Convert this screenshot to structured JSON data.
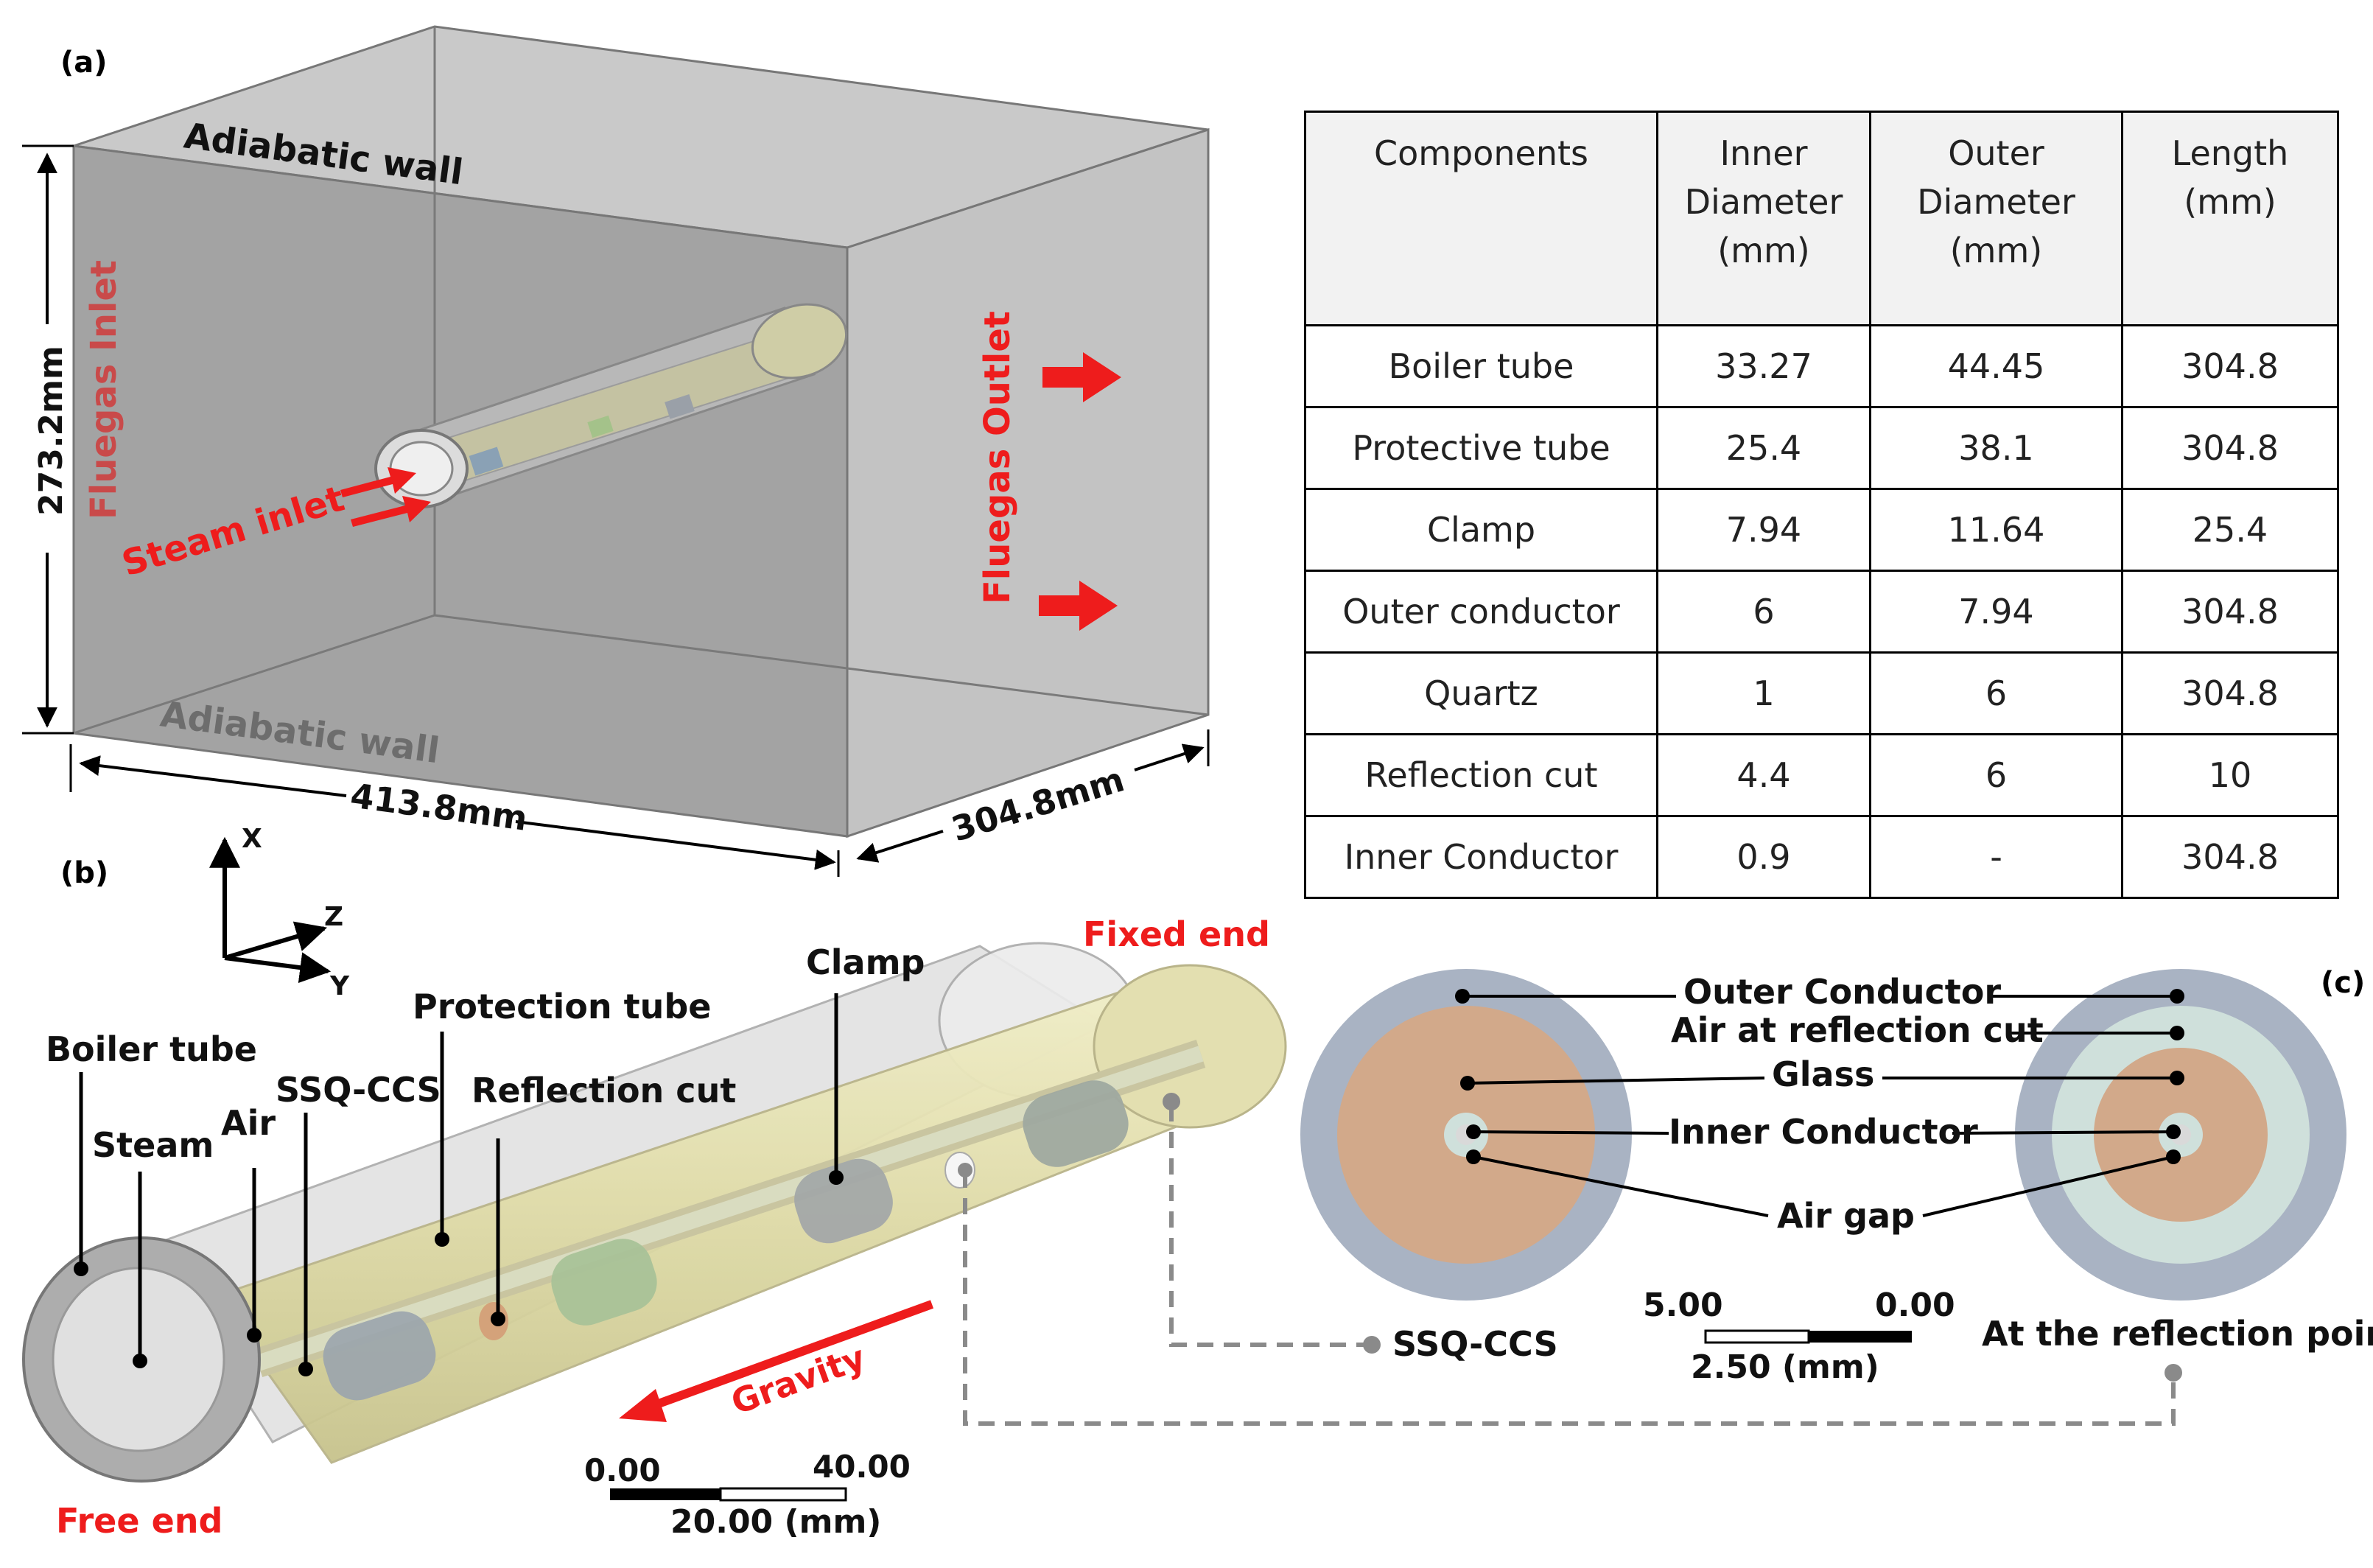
{
  "panel_a": {
    "label": "(a)",
    "top_wall": "Adiabatic wall",
    "bottom_wall": "Adiabatic wall",
    "height_dim": "273.2mm",
    "width_dim": "413.8mm",
    "depth_dim": "304.8mm",
    "fluegas_inlet": "Fluegas Inlet",
    "fluegas_outlet": "Fluegas Outlet",
    "steam_inlet": "Steam inlet"
  },
  "table": {
    "headers": [
      "Components",
      "Inner\nDiameter\n(mm)",
      "Outer\nDiameter\n(mm)",
      "Length\n(mm)"
    ],
    "rows": [
      [
        "Boiler tube",
        "33.27",
        "44.45",
        "304.8"
      ],
      [
        "Protective tube",
        "25.4",
        "38.1",
        "304.8"
      ],
      [
        "Clamp",
        "7.94",
        "11.64",
        "25.4"
      ],
      [
        "Outer conductor",
        "6",
        "7.94",
        "304.8"
      ],
      [
        "Quartz",
        "1",
        "6",
        "304.8"
      ],
      [
        "Reflection cut",
        "4.4",
        "6",
        "10"
      ],
      [
        "Inner Conductor",
        "0.9",
        "-",
        "304.8"
      ]
    ]
  },
  "panel_b": {
    "label": "(b)",
    "axis_x": "X",
    "axis_y": "Y",
    "axis_z": "Z",
    "boiler_tube": "Boiler tube",
    "steam": "Steam",
    "air": "Air",
    "ssq_ccs": "SSQ-CCS",
    "protection_tube": "Protection tube",
    "reflection_cut": "Reflection cut",
    "clamp": "Clamp",
    "fixed_end": "Fixed end",
    "free_end": "Free end",
    "gravity": "Gravity",
    "scale_left": "0.00",
    "scale_right": "40.00",
    "scale_mid": "20.00 (mm)"
  },
  "panel_c": {
    "label": "(c)",
    "outer_conductor": "Outer Conductor",
    "air_reflection_cut": "Air at reflection cut",
    "glass": "Glass",
    "inner_conductor": "Inner Conductor",
    "air_gap": "Air gap",
    "left_caption": "SSQ-CCS",
    "right_caption": "At the reflection point",
    "scale_left": "5.00",
    "scale_right": "0.00",
    "scale_mid": "2.50 (mm)"
  },
  "colors": {
    "box_gray": "#a3a3a3",
    "red": "#ee1c1c",
    "outer_ring": "#a9b3c3",
    "glass": "#d2a98a",
    "air_ring": "#cfe0db",
    "tube_yellow": "#dedaa6"
  }
}
